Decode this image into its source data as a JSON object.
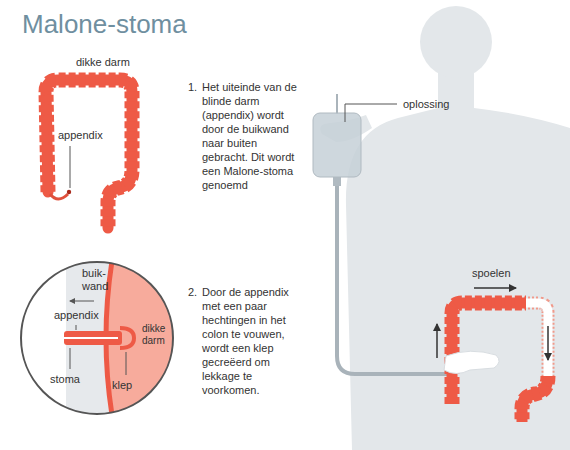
{
  "diagram": {
    "title": "Malone-stoma",
    "nodes": [
      {
        "text": [
          "buik- wand",
          "appendix",
          "dikke darm",
          "stoma",
          "klep"
        ]
      }
    ],
    "labels": [
      "dikke darm",
      "appendix",
      "1.",
      "Het uiteinde van de blinde darm (appendix) wordt door de buikwand naar buiten gebracht. Dit wordt een Malone-stoma genoemd",
      "2.",
      "Door de appendix met een paar hechtingen in het colon te vouwen, wordt een klep gecreëerd om lekkage te voorkomen.",
      "oplossing",
      "spoelen"
    ]
  }
}
